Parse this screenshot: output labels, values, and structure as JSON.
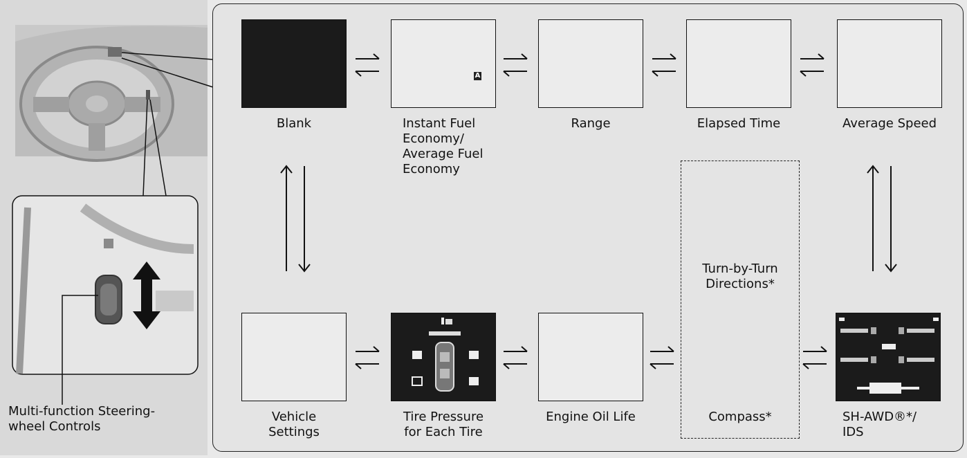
{
  "screens": {
    "blank": {
      "label": "Blank"
    },
    "instant_fuel": {
      "label_lines": [
        "Instant Fuel",
        "Economy/",
        "Average Fuel",
        "Economy"
      ],
      "icon_letter": "A"
    },
    "range": {
      "label": "Range"
    },
    "elapsed_time": {
      "label": "Elapsed Time"
    },
    "average_speed": {
      "label": "Average Speed"
    },
    "vehicle_settings": {
      "label_lines": [
        "Vehicle",
        "Settings"
      ]
    },
    "tire_pressure": {
      "label_lines": [
        "Tire Pressure",
        "for Each Tire"
      ]
    },
    "engine_oil": {
      "label": "Engine Oil Life"
    },
    "turn_by_turn": {
      "label_lines": [
        "Turn-by-Turn",
        "Directions*"
      ]
    },
    "compass": {
      "label": "Compass*"
    },
    "sh_awd": {
      "label_lines": [
        "SH-AWD®*/",
        "IDS"
      ]
    }
  },
  "left": {
    "caption_lines": [
      "Multi-function Steering-",
      "wheel Controls"
    ]
  },
  "colors": {
    "panel": "#e4e4e4",
    "screen_dark": "#1b1b1b",
    "stroke": "#111111"
  }
}
